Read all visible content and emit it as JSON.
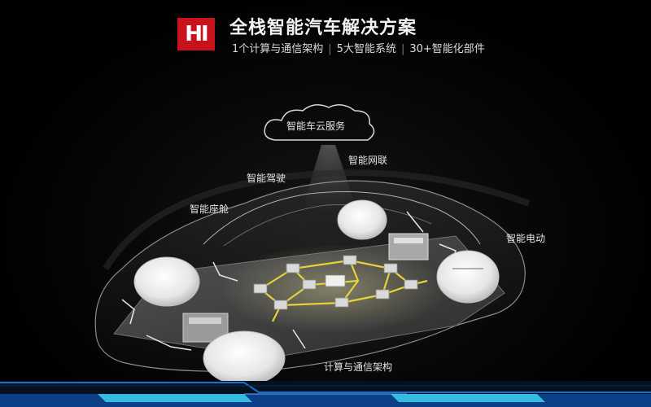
{
  "logo_text": "HI",
  "header": {
    "title": "全栈智能汽车解决方案",
    "subtitle_parts": [
      "1个计算与通信架构",
      "5大智能系统",
      "30+智能化部件"
    ]
  },
  "labels": {
    "cloud": "智能车云服务",
    "network": "智能网联",
    "driving": "智能驾驶",
    "cockpit": "智能座舱",
    "electric": "智能电动",
    "architecture": "计算与通信架构"
  },
  "colors": {
    "logo_red": "#c8131c",
    "circuit_yellow": "#e8d23a",
    "footer_blue": "#1a6fd6"
  }
}
